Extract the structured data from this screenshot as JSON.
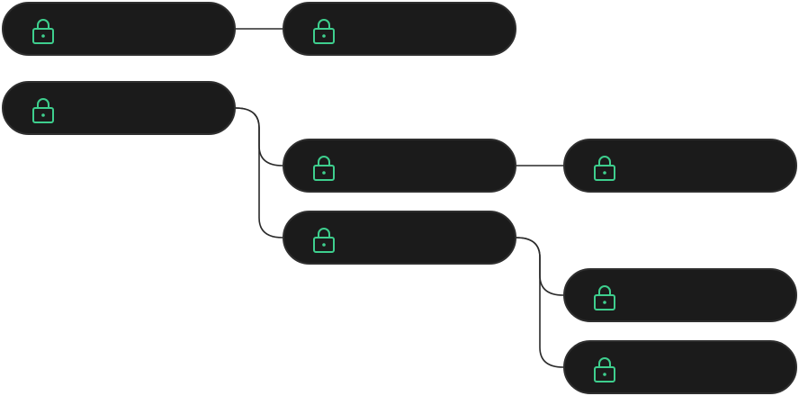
{
  "colors": {
    "node_fill": "#1b1b1b",
    "node_border": "#2e2e2e",
    "connector": "#2a2a2a",
    "lock_icon": "#3ecf8e"
  },
  "nodes": [
    {
      "id": "n1",
      "icon": "lock-icon",
      "label": ""
    },
    {
      "id": "n2",
      "icon": "lock-icon",
      "label": ""
    },
    {
      "id": "n3",
      "icon": "lock-icon",
      "label": ""
    },
    {
      "id": "n4",
      "icon": "lock-icon",
      "label": ""
    },
    {
      "id": "n5",
      "icon": "lock-icon",
      "label": ""
    },
    {
      "id": "n6",
      "icon": "lock-icon",
      "label": ""
    },
    {
      "id": "n7",
      "icon": "lock-icon",
      "label": ""
    },
    {
      "id": "n8",
      "icon": "lock-icon",
      "label": ""
    }
  ],
  "edges": [
    {
      "from": "n1",
      "to": "n2"
    },
    {
      "from": "n3",
      "to": "n4"
    },
    {
      "from": "n3",
      "to": "n6"
    },
    {
      "from": "n4",
      "to": "n5"
    },
    {
      "from": "n6",
      "to": "n7"
    },
    {
      "from": "n6",
      "to": "n8"
    }
  ]
}
